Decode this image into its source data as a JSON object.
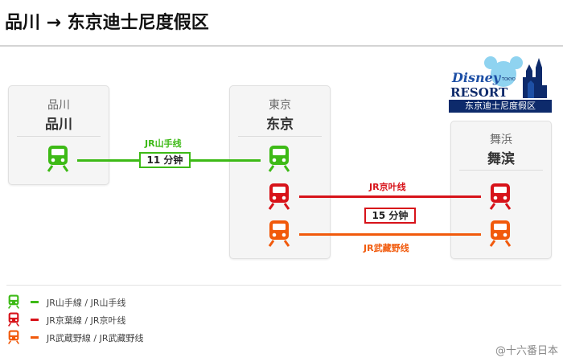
{
  "page": {
    "title": "品川 → 东京迪士尼度假区"
  },
  "stations": {
    "shinagawa": {
      "jp": "品川",
      "cn": "品川"
    },
    "tokyo": {
      "jp": "東京",
      "cn": "东京"
    },
    "maihama": {
      "jp": "舞浜",
      "cn": "舞滨"
    }
  },
  "routes": {
    "yamanote": {
      "label": "JR山手线",
      "time": "11 分钟",
      "color": "#3dba16"
    },
    "keiyo": {
      "label": "JR京叶线",
      "color": "#d7131a"
    },
    "shared_time": "15 分钟",
    "musashino": {
      "label": "JR武藏野线",
      "color": "#f15a0c"
    }
  },
  "logo": {
    "text_top": "Disney",
    "text_small": "TOKYO",
    "text_main": "RESORT",
    "band": "东京迪士尼度假区"
  },
  "legend": [
    {
      "text": "JR山手線 / JR山手线",
      "color": "#3dba16",
      "icon": "train-icon"
    },
    {
      "text": "JR京葉線 / JR京叶线",
      "color": "#d7131a",
      "icon": "train-icon"
    },
    {
      "text": "JR武蔵野線 / JR武藏野线",
      "color": "#f15a0c",
      "icon": "train-icon"
    }
  ],
  "watermark": "@十六番日本"
}
